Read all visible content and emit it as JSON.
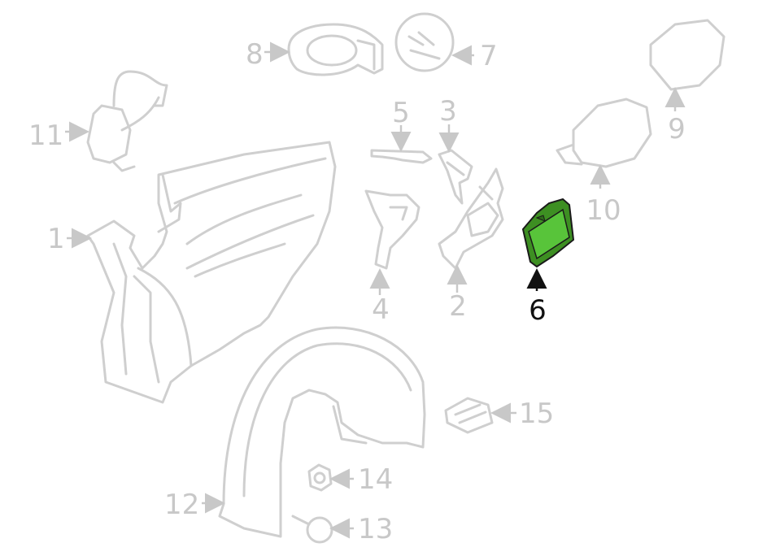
{
  "colors": {
    "background": "#ffffff",
    "part_outline": "#cfcfcf",
    "callout_inactive": "#c8c8c8",
    "callout_active": "#111111",
    "highlight_fill": "#58c43a",
    "highlight_stroke": "#1a1a1a"
  },
  "callouts": {
    "c1": "1",
    "c2": "2",
    "c3": "3",
    "c4": "4",
    "c5": "5",
    "c6": "6",
    "c7": "7",
    "c8": "8",
    "c9": "9",
    "c10": "10",
    "c11": "11",
    "c12": "12",
    "c13": "13",
    "c14": "14",
    "c15": "15"
  },
  "highlighted_part": "6"
}
